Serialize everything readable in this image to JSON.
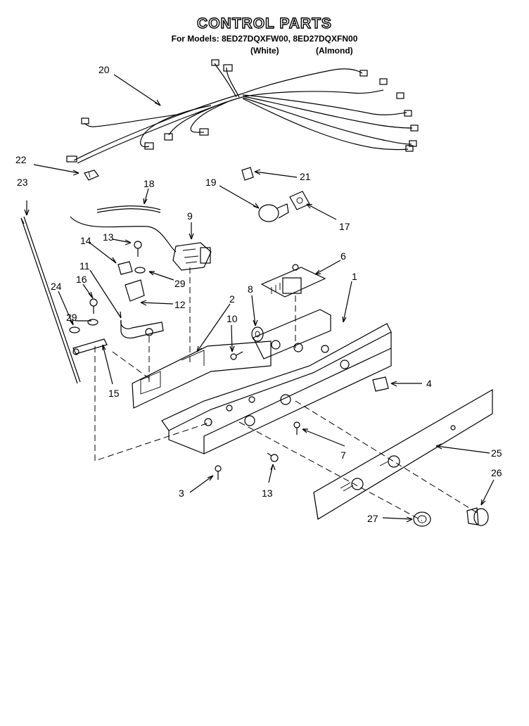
{
  "header": {
    "title": "CONTROL PARTS",
    "models": "For Models: 8ED27DQXFW00, 8ED27DQXFN00",
    "color_white": "(White)",
    "color_almond": "(Almond)"
  },
  "callouts": {
    "c1": "1",
    "c2": "2",
    "c3": "3",
    "c4": "4",
    "c6": "6",
    "c7": "7",
    "c8": "8",
    "c9": "9",
    "c10": "10",
    "c11": "11",
    "c12": "12",
    "c13a": "13",
    "c13b": "13",
    "c14": "14",
    "c15": "15",
    "c16": "16",
    "c17": "17",
    "c18": "18",
    "c19": "19",
    "c20": "20",
    "c21": "21",
    "c22": "22",
    "c23": "23",
    "c24": "24",
    "c25": "25",
    "c26": "26",
    "c27": "27",
    "c29a": "29",
    "c29b": "29"
  }
}
